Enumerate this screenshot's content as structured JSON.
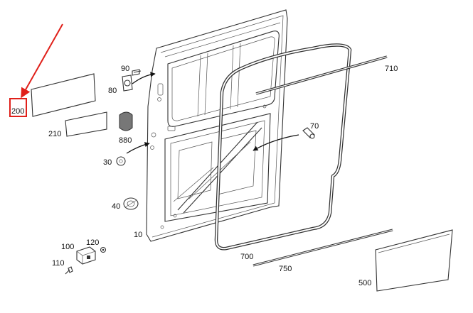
{
  "diagram": {
    "highlight_color": "#e0201a",
    "callouts": {
      "p200": "200",
      "p210": "210",
      "p90": "90",
      "p80": "80",
      "p880": "880",
      "p30": "30",
      "p40": "40",
      "p10": "10",
      "p100": "100",
      "p120": "120",
      "p110": "110",
      "p70": "70",
      "p710": "710",
      "p700": "700",
      "p750": "750",
      "p500": "500"
    }
  }
}
